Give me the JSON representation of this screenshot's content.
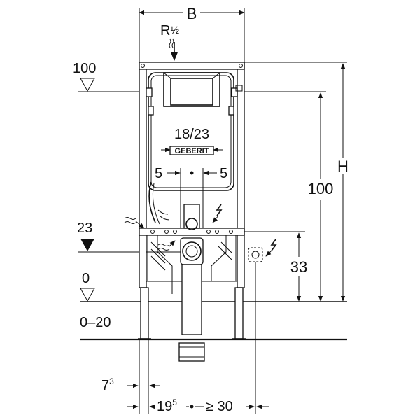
{
  "labels": {
    "width_b": "B",
    "thread": "R",
    "thread_fraction": "½",
    "level_top": "100",
    "height_h": "H",
    "frame_height": "100",
    "outlet_range": "18/23",
    "offset_left": "5",
    "offset_right": "5",
    "level_23": "23",
    "power_height": "33",
    "level_0": "0",
    "floor_range": "0–20",
    "dim_left_base": "7",
    "dim_left_sup": "3",
    "dim_mid_base": "19",
    "dim_mid_sup": "5",
    "dim_right": "≥ 30",
    "brand": "GEBERIT"
  }
}
